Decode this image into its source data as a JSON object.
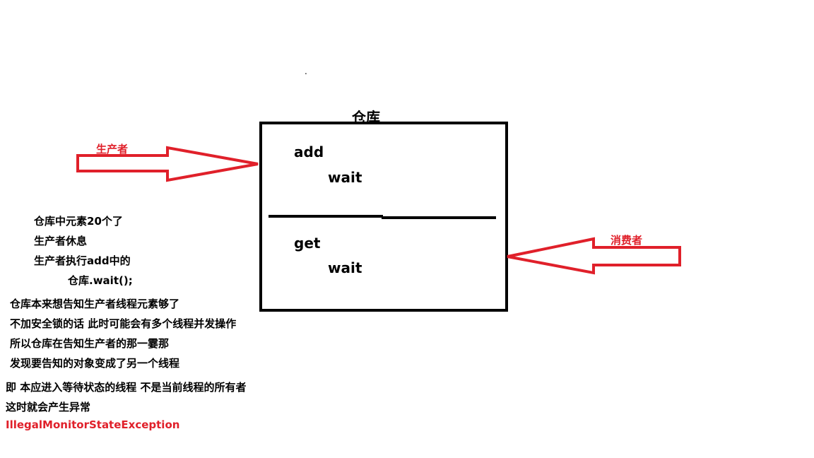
{
  "colors": {
    "arrow": "#e0202a",
    "label_red": "#e0202a",
    "text": "#000000"
  },
  "warehouse": {
    "title": "仓库",
    "top": {
      "method": "add",
      "call": "wait"
    },
    "bottom": {
      "method": "get",
      "call": "wait"
    }
  },
  "producer": {
    "label": "生产者"
  },
  "consumer": {
    "label": "消费者"
  },
  "dot": ".",
  "notes_left": [
    "仓库中元素20个了",
    "生产者休息",
    "生产者执行add中的",
    "仓库.wait();"
  ],
  "notes_middle": [
    "仓库本来想告知生产者线程元素够了",
    "不加安全锁的话 此时可能会有多个线程并发操作",
    "所以仓库在告知生产者的那一霎那",
    "发现要告知的对象变成了另一个线程"
  ],
  "notes_bottom": [
    "即 本应进入等待状态的线程  不是当前线程的所有者",
    "这时就会产生异常"
  ],
  "exception": "IllegalMonitorStateException"
}
